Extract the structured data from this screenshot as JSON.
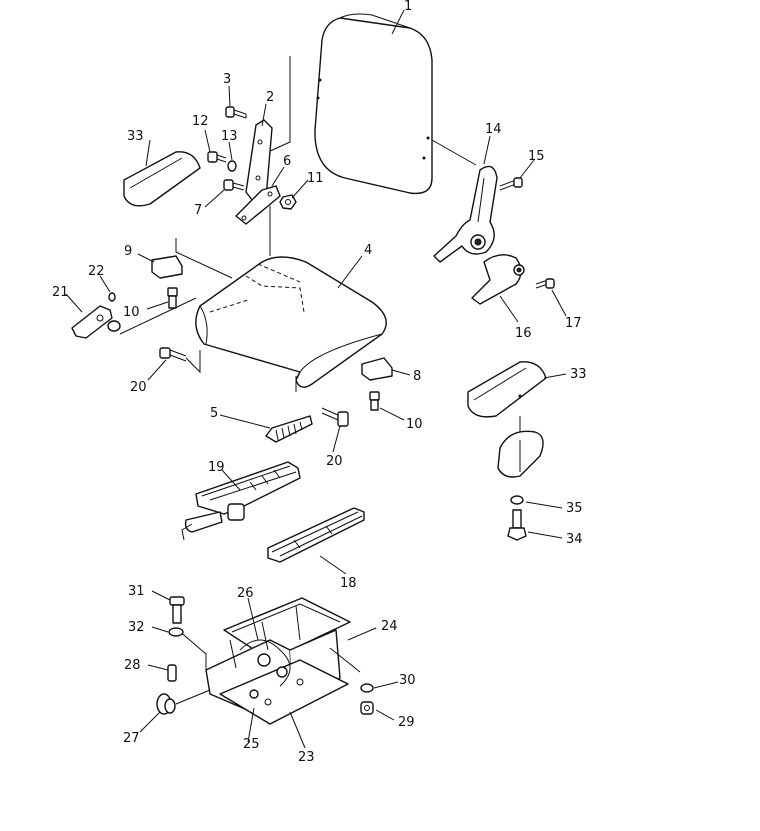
{
  "labels": {
    "p1": "1",
    "p2": "2",
    "p3": "3",
    "p4": "4",
    "p5": "5",
    "p6": "6",
    "p7": "7",
    "p8": "8",
    "p9": "9",
    "p10a": "10",
    "p10b": "10",
    "p11": "11",
    "p12": "12",
    "p13": "13",
    "p14": "14",
    "p15": "15",
    "p16": "16",
    "p17": "17",
    "p18": "18",
    "p19": "19",
    "p20a": "20",
    "p20b": "20",
    "p21": "21",
    "p22": "22",
    "p23": "23",
    "p24": "24",
    "p25": "25",
    "p26": "26",
    "p27": "27",
    "p28": "28",
    "p29": "29",
    "p30": "30",
    "p31": "31",
    "p32": "32",
    "p33a": "33",
    "p33b": "33",
    "p34": "34",
    "p35": "35"
  }
}
